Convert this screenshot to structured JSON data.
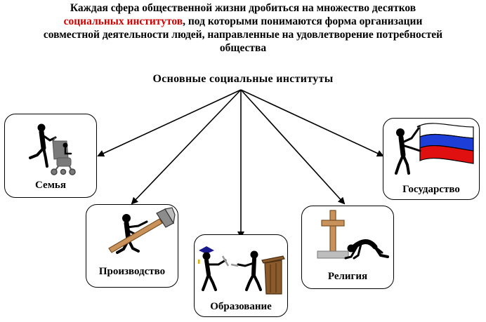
{
  "header": {
    "line1": "Каждая сфера общественной жизни дробиться на множество десятков",
    "line2_accent": "социальных институтов",
    "line2_rest": ", под которыми понимаются форма организации",
    "line3": "совместной деятельности людей, направленные на удовлетворение потребностей",
    "line4": "общества"
  },
  "root_label": "Основные социальные институты",
  "institutions": [
    {
      "label": "Семья",
      "icon": "parent-with-stroller-icon"
    },
    {
      "label": "Производство",
      "icon": "worker-with-hammer-icon"
    },
    {
      "label": "Образование",
      "icon": "teacher-and-graduate-icon"
    },
    {
      "label": "Религия",
      "icon": "person-praying-at-cross-icon"
    },
    {
      "label": "Государство",
      "icon": "person-with-russian-flag-icon"
    }
  ],
  "colors": {
    "accent": "#d40000",
    "flag_white": "#ffffff",
    "flag_blue": "#1d3fd8",
    "flag_red": "#e01010",
    "wood": "#c8925a"
  }
}
